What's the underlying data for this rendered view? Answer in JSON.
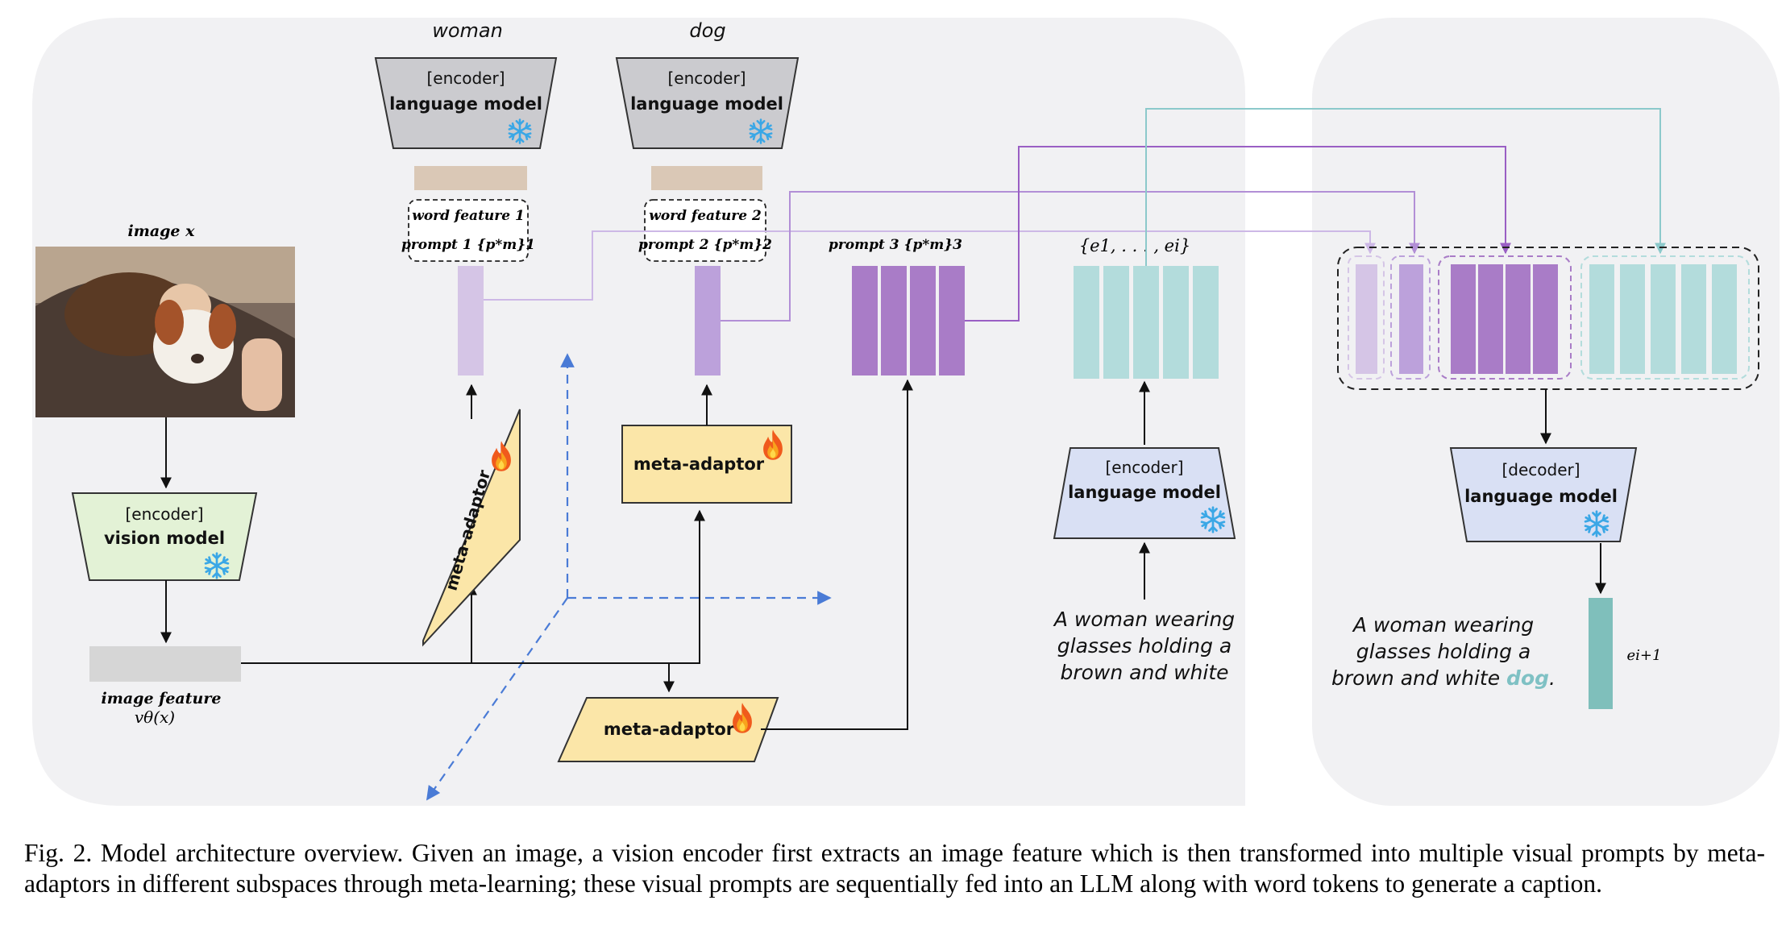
{
  "labels": {
    "woman": "woman",
    "dog": "dog",
    "image_x": "image x",
    "image_feature": "image feature",
    "image_feature_symbol": "vθ(x)",
    "word_feature_1": "word feature 1",
    "word_feature_2": "word feature 2",
    "prompt1": "prompt 1 {p*m}1",
    "prompt2": "prompt 2 {p*m}2",
    "prompt3": "prompt 3 {p*m}3",
    "tokens": "{e1, . . . , ei}",
    "next_token": "ei+1"
  },
  "blocks": {
    "encoder_tag": "[encoder]",
    "decoder_tag": "[decoder]",
    "language_model": "language model",
    "vision_model": "vision model",
    "meta_adaptor": "meta-adaptor"
  },
  "input_text": [
    "A woman wearing",
    "glasses holding a",
    "brown and white"
  ],
  "output_text": {
    "line1": "A woman wearing",
    "line2": "glasses holding a",
    "line3_prefix": "brown and white ",
    "highlight": "dog",
    "suffix": "."
  },
  "icons": {
    "frozen": "snowflake-icon",
    "trainable": "fire-icon"
  },
  "colors": {
    "panel_bg": "#f1f1f3",
    "lm_gray": "#cbcbcf",
    "vision_green": "#e3f2d6",
    "adaptor_yellow": "#fbe6a8",
    "lm_blue": "#d9e0f4",
    "prompt_light": "#d5c5e6",
    "prompt_mid": "#bca1db",
    "prompt_dark": "#a97cc7",
    "token_teal": "#b3dcdc",
    "next_token_teal": "#7fbfbb",
    "dog_highlight": "#7fc1c4",
    "word_feature_tan": "#dac8b6",
    "axis_blue": "#4a7bd6"
  },
  "caption": "Fig. 2.  Model architecture overview. Given an image, a vision encoder first extracts an image feature which is then transformed into multiple visual prompts by meta-adaptors in different subspaces through meta-learning; these visual prompts are sequentially fed into an LLM along with word tokens to generate a caption."
}
